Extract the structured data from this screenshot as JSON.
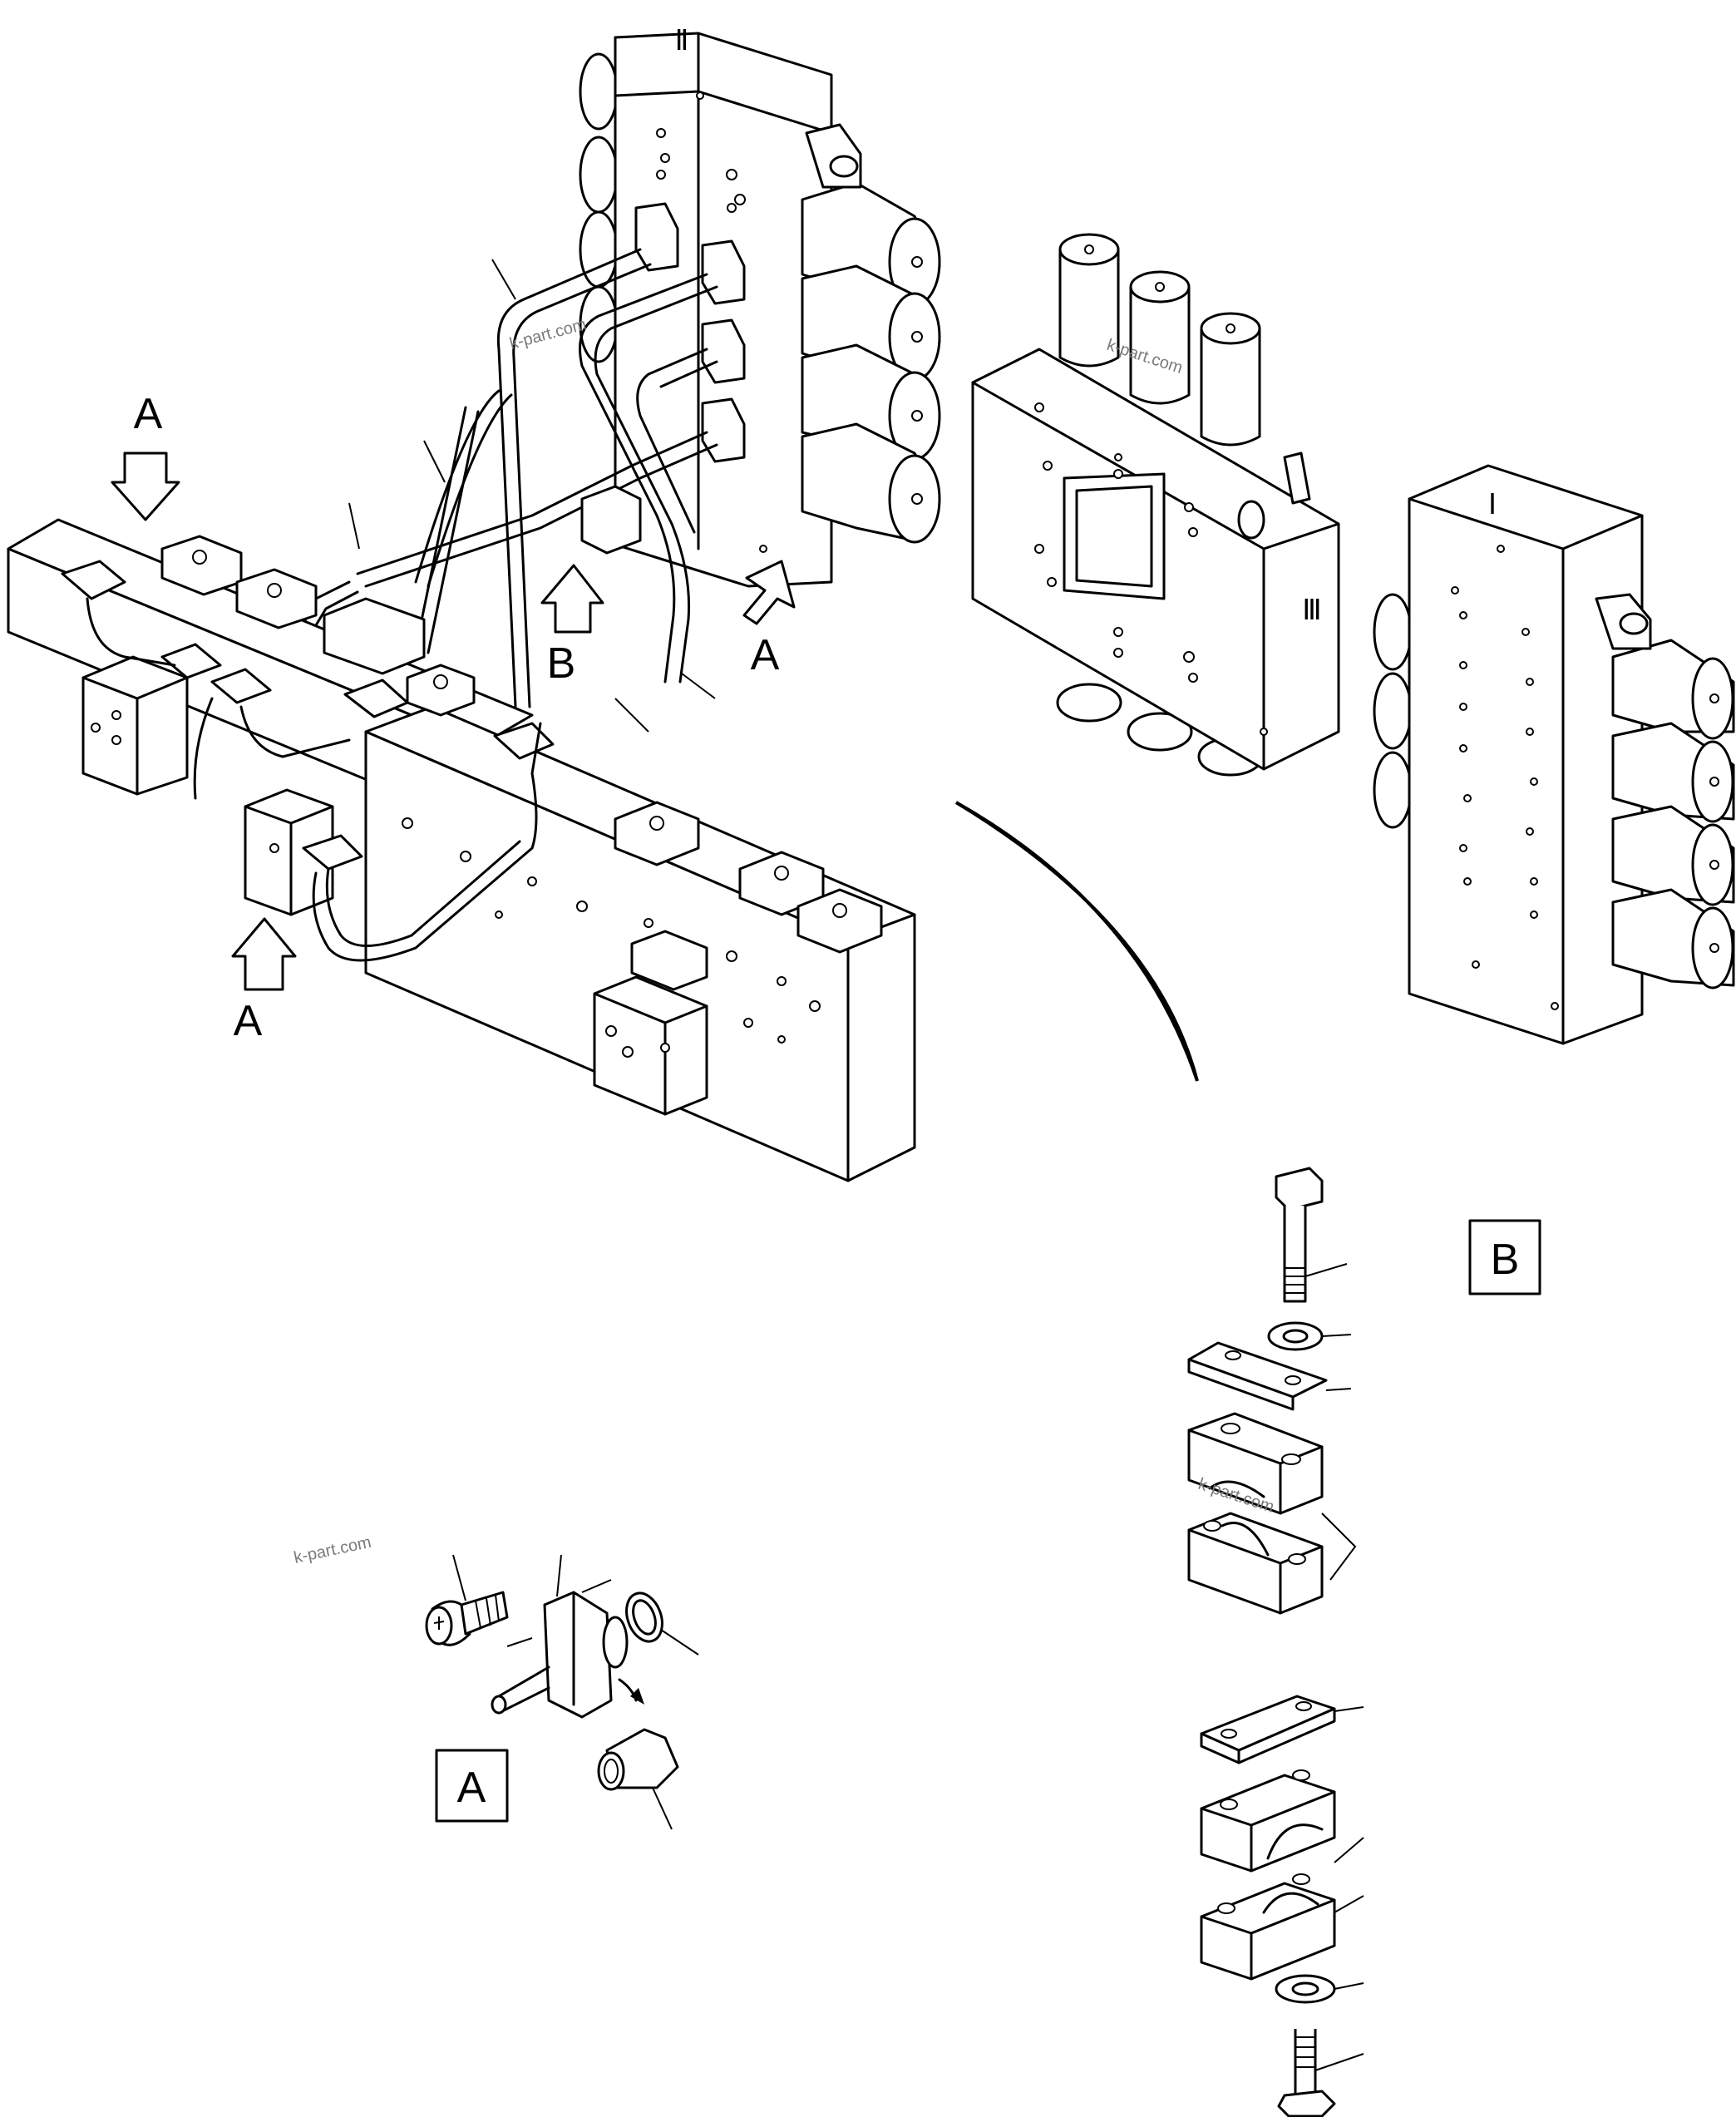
{
  "labels": {
    "arrow_a": "A",
    "arrow_b": "B",
    "detail_a": "A",
    "detail_b": "B",
    "valve_1": "Ⅰ",
    "valve_2": "Ⅱ",
    "valve_3": "Ⅲ"
  },
  "watermark": "k-part.com"
}
